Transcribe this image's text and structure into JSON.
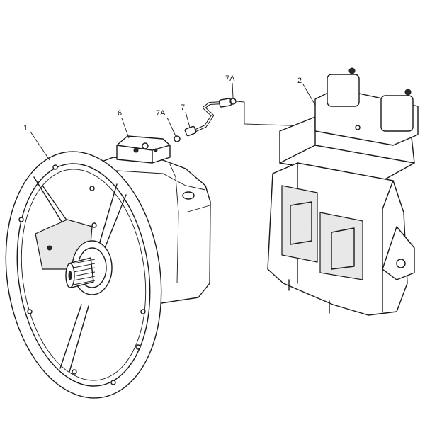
{
  "diagram": {
    "callouts": [
      {
        "id": "1",
        "label": "1"
      },
      {
        "id": "2",
        "label": "2"
      },
      {
        "id": "6",
        "label": "6"
      },
      {
        "id": "7",
        "label": "7"
      },
      {
        "id": "7A-left",
        "label": "7A"
      },
      {
        "id": "7A-right",
        "label": "7A"
      }
    ]
  }
}
